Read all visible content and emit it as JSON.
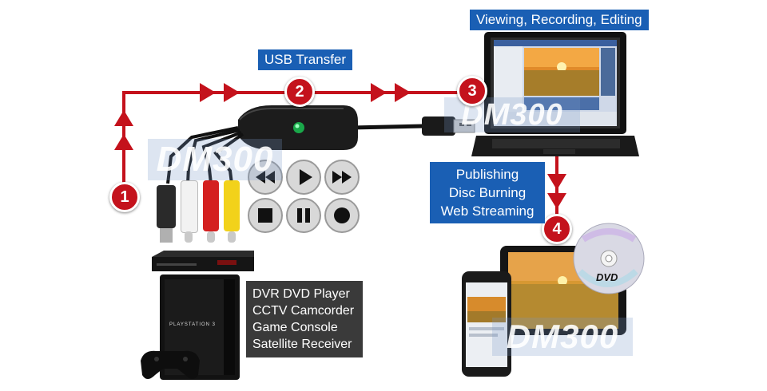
{
  "steps": {
    "one": "1",
    "two": "2",
    "three": "3",
    "four": "4"
  },
  "labels": {
    "usb_transfer": "USB Transfer",
    "viewing": "Viewing, Recording, Editing",
    "publishing": [
      "Publishing",
      "Disc Burning",
      "Web Streaming"
    ],
    "sources": [
      "DVR DVD Player",
      "CCTV Camcorder",
      "Game Console",
      "Satellite Receiver"
    ]
  },
  "watermark": "DM300",
  "device_text": {
    "console_brand": "PLAYSTATION 3",
    "dvd_logo": "DVD"
  },
  "colors": {
    "arrow_red": "#c4121c",
    "label_blue": "#1a5fb4",
    "label_gray": "#3a3a3a",
    "jack_white": "#f2f2f2",
    "jack_red": "#d42020",
    "jack_yellow": "#f2d21a"
  },
  "icons": [
    "rewind-icon",
    "play-icon",
    "fast-forward-icon",
    "stop-icon",
    "pause-icon",
    "record-icon"
  ]
}
